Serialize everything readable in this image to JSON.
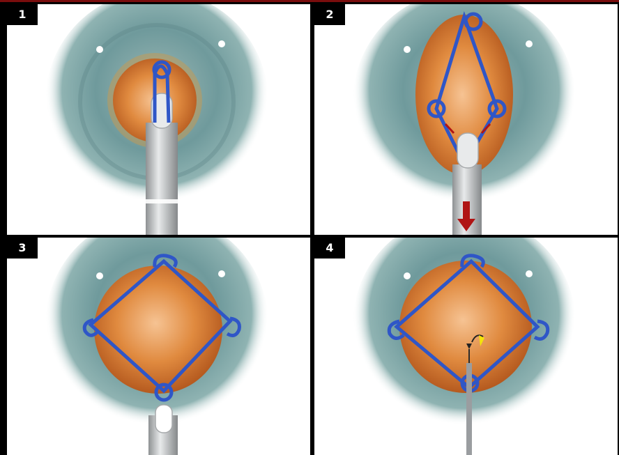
{
  "panels": [
    {
      "step": "1"
    },
    {
      "step": "2"
    },
    {
      "step": "3"
    },
    {
      "step": "4"
    }
  ],
  "colors": {
    "frame": "#000000",
    "top_rule": "#7a0d0d",
    "iris": "#6f9a9c",
    "pupil": "#d9853e",
    "ring": "#2f56c7",
    "injector": "#cfd2d4",
    "arrow_red": "#b01414",
    "arrow_yellow": "#f4e40a"
  },
  "icons": [
    "eye-illustration",
    "malyugin-ring",
    "injector-tube",
    "down-arrow",
    "hook-instrument"
  ]
}
